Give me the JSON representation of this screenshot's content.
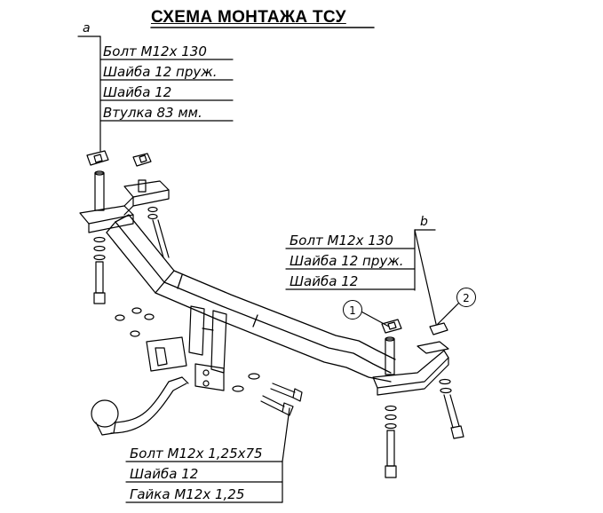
{
  "title": "СХЕМА МОНТАЖА ТСУ",
  "group_a": {
    "tag": "a",
    "items": [
      "Болт M12x 130",
      "Шайба 12 пруж.",
      "Шайба 12",
      "Втулка 83 мм."
    ]
  },
  "group_b": {
    "tag": "b",
    "items": [
      "Болт M12x 130",
      "Шайба 12 пруж.",
      "Шайба 12"
    ]
  },
  "group_bottom": {
    "items": [
      "Болт M12x 1,25x75",
      "Шайба 12",
      "Гайка M12x 1,25"
    ]
  },
  "callouts": [
    "1",
    "2"
  ]
}
